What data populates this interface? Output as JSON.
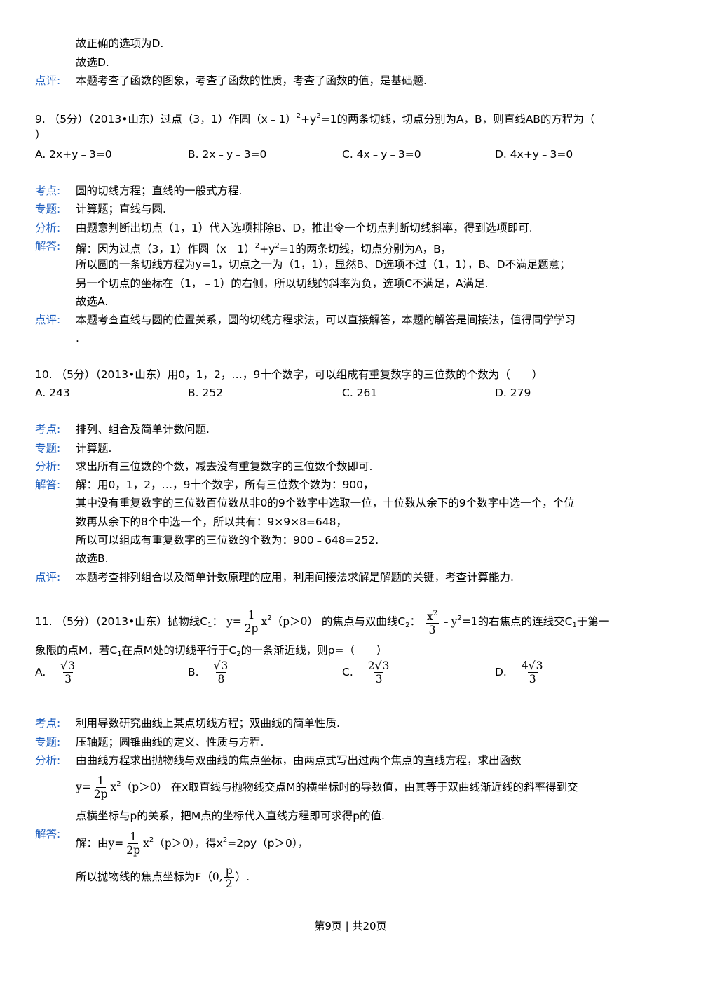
{
  "top": {
    "line1": "故正确的选项为D.",
    "line2": "故选D.",
    "review_label": "点评:",
    "review_text": "本题考查了函数的图象，考查了函数的性质，考查了函数的值，是基础题."
  },
  "q9": {
    "stem_a": "9. （5分）（2013•山东）过点（3，1）作圆（x﹣1）",
    "stem_b": "+y",
    "stem_c": "=1的两条切线，切点分别为A，B，则直线AB的方程为（",
    "stem_d": "）",
    "options": [
      "A. 2x+y﹣3=0",
      "B. 2x﹣y﹣3=0",
      "C. 4x﹣y﹣3=0",
      "D. 4x+y﹣3=0"
    ],
    "kaodian": "圆的切线方程；直线的一般式方程.",
    "zhuanti": "计算题；直线与圆.",
    "fenxi": "由题意判断出切点（1，1）代入选项排除B、D，推出令一个切点判断切线斜率，得到选项即可.",
    "jieda1a": "解：因为过点（3，1）作圆（x﹣1）",
    "jieda1b": "+y",
    "jieda1c": "=1的两条切线，切点分别为A，B，",
    "jieda2": "所以圆的一条切线方程为y=1，切点之一为（1，1），显然B、D选项不过（1，1），B、D不满足题意；",
    "jieda3": "另一个切点的坐标在（1，﹣1）的右侧，所以切线的斜率为负，选项C不满足，A满足.",
    "jieda4": "故选A.",
    "dianping1": "本题考查直线与圆的位置关系，圆的切线方程求法，可以直接解答，本题的解答是间接法，值得同学学习",
    "dianping2": "."
  },
  "q10": {
    "stem": "10. （5分）（2013•山东）用0，1，2，…，9十个数字，可以组成有重复数字的三位数的个数为（　　）",
    "options": [
      "A. 243",
      "B. 252",
      "C. 261",
      "D. 279"
    ],
    "kaodian": "排列、组合及简单计数问题.",
    "zhuanti": "计算题.",
    "fenxi": "求出所有三位数的个数，减去没有重复数字的三位数个数即可.",
    "jieda1": "解：用0，1，2，…，9十个数字，所有三位数个数为：900，",
    "jieda2": "其中没有重复数字的三位数百位数从非0的9个数字中选取一位，十位数从余下的9个数字中选一个，个位",
    "jieda3": "数再从余下的8个中选一个，所以共有：9×9×8=648，",
    "jieda4": "所以可以组成有重复数字的三位数的个数为：900﹣648=252.",
    "jieda5": "故选B.",
    "dianping": "本题考查排列组合以及简单计数原理的应用，利用间接法求解是解题的关键，考查计算能力."
  },
  "q11": {
    "stem_prefix": "11. （5分）（2013•山东）抛物线C",
    "stem_sub1": "1",
    "stem_colon": "：",
    "y_eq": "y=",
    "frac1_num": "1",
    "frac1_den": "2p",
    "x_sq": "x",
    "sq": "2",
    "cond": "（p＞0）",
    "stem_mid": "的焦点与双曲线C",
    "stem_sub2": "2",
    "stem_colon2": "：",
    "hyp_num": "x",
    "hyp_num_sup": "2",
    "hyp_den": "3",
    "hyp_minus": "﹣",
    "hyp_y": "y",
    "hyp_y_sup": "2",
    "hyp_eq": "=1",
    "stem_end": "的右焦点的连线交C",
    "stem_sub3": "1",
    "stem_end2": "于第一",
    "stem2_a": "象限的点M．若C",
    "stem2_sub1": "1",
    "stem2_b": "在点M处的切线平行于C",
    "stem2_sub2": "2",
    "stem2_c": "的一条渐近线，则p=（　　）",
    "optA_label": "A.",
    "optA_coef": "",
    "optA_rad": "3",
    "optA_den": "3",
    "optB_label": "B.",
    "optB_coef": "",
    "optB_rad": "3",
    "optB_den": "8",
    "optC_label": "C.",
    "optC_coef": "2",
    "optC_rad": "3",
    "optC_den": "3",
    "optD_label": "D.",
    "optD_coef": "4",
    "optD_rad": "3",
    "optD_den": "3",
    "kaodian": "利用导数研究曲线上某点切线方程；双曲线的简单性质.",
    "zhuanti": "压轴题；圆锥曲线的定义、性质与方程.",
    "fenxi1": "由曲线方程求出抛物线与双曲线的焦点坐标，由两点式写出过两个焦点的直线方程，求出函数",
    "fenxi2_y": "y=",
    "fenxi2_num": "1",
    "fenxi2_den": "2p",
    "fenxi2_x": "x",
    "fenxi2_sq": "2",
    "fenxi2_cond": "（p＞0）",
    "fenxi2_text": "在x取直线与抛物线交点M的横坐标时的导数值，由其等于双曲线渐近线的斜率得到交",
    "fenxi3": "点横坐标与p的关系，把M点的坐标代入直线方程即可求得p的值.",
    "jieda1_a": "解：由",
    "jieda1_y": "y=",
    "jieda1_num": "1",
    "jieda1_den": "2p",
    "jieda1_x": "x",
    "jieda1_sq": "2",
    "jieda1_cond": "（p＞0）",
    "jieda1_b": "，得x",
    "jieda1_b_sup": "2",
    "jieda1_c": "=2py（p＞0），",
    "jieda2_a": "所以抛物线的焦点坐标为F（",
    "jieda2_zero": "0,",
    "jieda2_num": "p",
    "jieda2_den": "2",
    "jieda2_b": "）."
  },
  "labels": {
    "kaodian": "考点:",
    "zhuanti": "专题:",
    "fenxi": "分析:",
    "jieda": "解答:",
    "dianping": "点评:"
  },
  "footer": "第9页 | 共20页"
}
